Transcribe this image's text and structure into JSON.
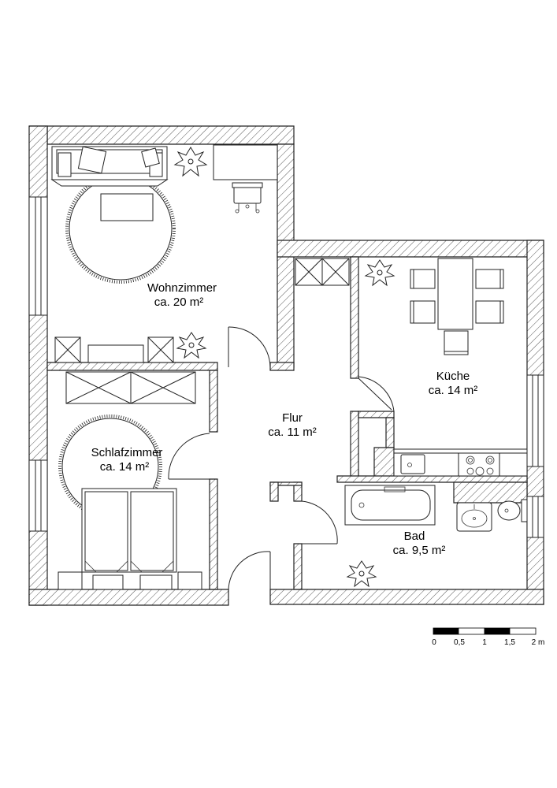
{
  "rooms": {
    "wohnzimmer": {
      "name": "Wohnzimmer",
      "area": "ca. 20 m²"
    },
    "schlafzimmer": {
      "name": "Schlafzimmer",
      "area": "ca. 14 m²"
    },
    "flur": {
      "name": "Flur",
      "area": "ca. 11 m²"
    },
    "kueche": {
      "name": "Küche",
      "area": "ca. 14 m²"
    },
    "bad": {
      "name": "Bad",
      "area": "ca. 9,5 m²"
    }
  },
  "scale_bar": {
    "ticks": [
      "0",
      "0,5",
      "1",
      "1,5",
      "2 m"
    ]
  }
}
